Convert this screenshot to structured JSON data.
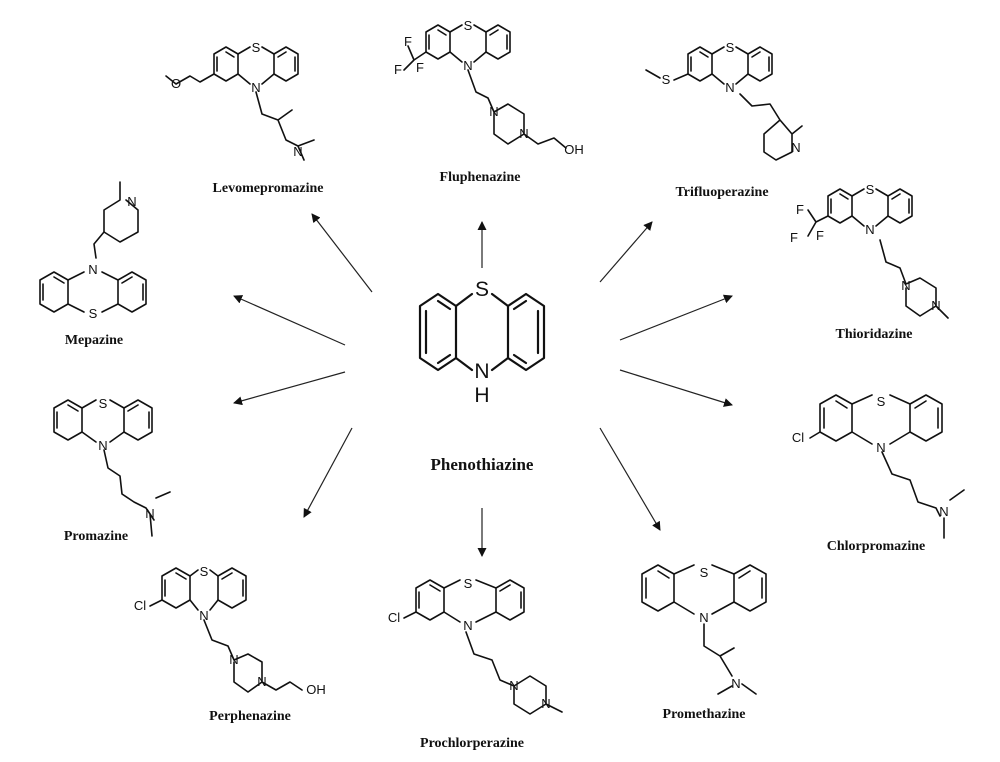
{
  "center": {
    "name": "Phenothiazine",
    "ring_atoms": [
      "S",
      "N",
      "H"
    ]
  },
  "derivatives": [
    {
      "name": "Levomepromazine",
      "atoms": [
        "S",
        "N",
        "O",
        "N"
      ]
    },
    {
      "name": "Fluphenazine",
      "atoms": [
        "S",
        "N",
        "F",
        "F",
        "F",
        "N",
        "N",
        "OH"
      ]
    },
    {
      "name": "Trifluoperazine",
      "atoms": [
        "S",
        "N",
        "S",
        "N"
      ]
    },
    {
      "name": "Thioridazine",
      "atoms": [
        "S",
        "N",
        "F",
        "F",
        "F",
        "N",
        "N"
      ]
    },
    {
      "name": "Chlorpromazine",
      "atoms": [
        "S",
        "N",
        "Cl",
        "N"
      ]
    },
    {
      "name": "Promethazine",
      "atoms": [
        "S",
        "N",
        "N"
      ]
    },
    {
      "name": "Prochlorperazine",
      "atoms": [
        "S",
        "N",
        "Cl",
        "N",
        "N"
      ]
    },
    {
      "name": "Perphenazine",
      "atoms": [
        "S",
        "N",
        "Cl",
        "N",
        "N",
        "OH"
      ]
    },
    {
      "name": "Promazine",
      "atoms": [
        "S",
        "N",
        "N"
      ]
    },
    {
      "name": "Mepazine",
      "atoms": [
        "N",
        "S",
        "N"
      ]
    }
  ]
}
